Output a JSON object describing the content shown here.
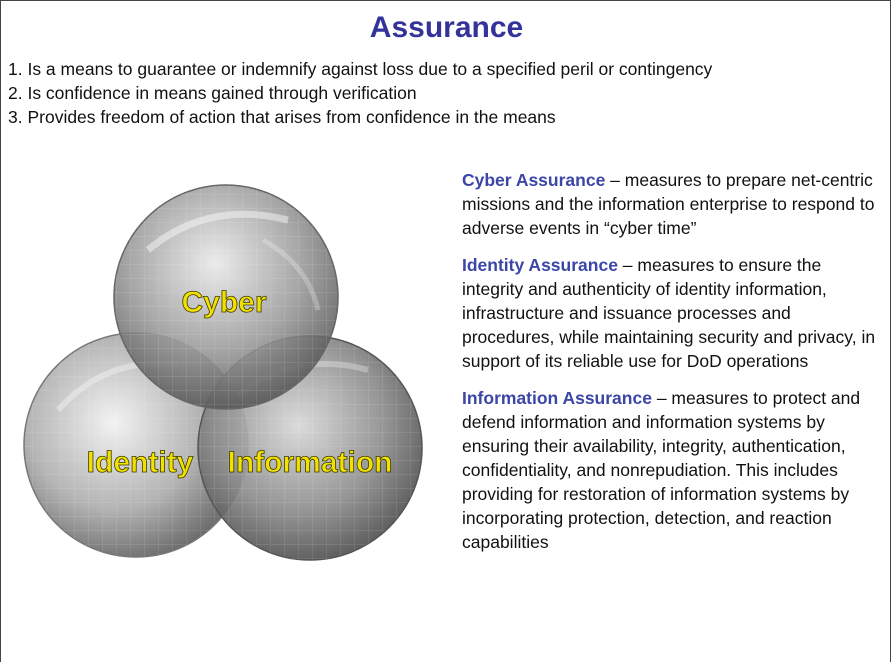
{
  "title": "Assurance",
  "definitions": [
    "1. Is a means to guarantee or indemnify against loss due to a specified peril or contingency",
    "2. Is confidence in means gained through verification",
    "3. Provides freedom of action that arises from confidence in the means"
  ],
  "venn": {
    "labels": [
      "Cyber",
      "Identity",
      "Information"
    ],
    "label_color": "#f2e000"
  },
  "terms": [
    {
      "name": "Cyber Assurance",
      "desc": " – measures to prepare net-centric missions and the information enterprise to respond to adverse events in “cyber time”"
    },
    {
      "name": "Identity Assurance",
      "desc": " – measures to ensure the integrity and authenticity of identity information, infrastructure and issuance processes and procedures, while maintaining security and privacy, in support of its reliable use for DoD operations"
    },
    {
      "name": "Information Assurance",
      "desc": " – measures to protect and defend information and information systems by ensuring their availability, integrity, authentication, confidentiality, and nonrepudiation. This includes providing for restoration of information systems by incorporating protection, detection, and reaction capabilities"
    }
  ],
  "colors": {
    "title": "#333399",
    "term_name": "#3b46a6"
  }
}
